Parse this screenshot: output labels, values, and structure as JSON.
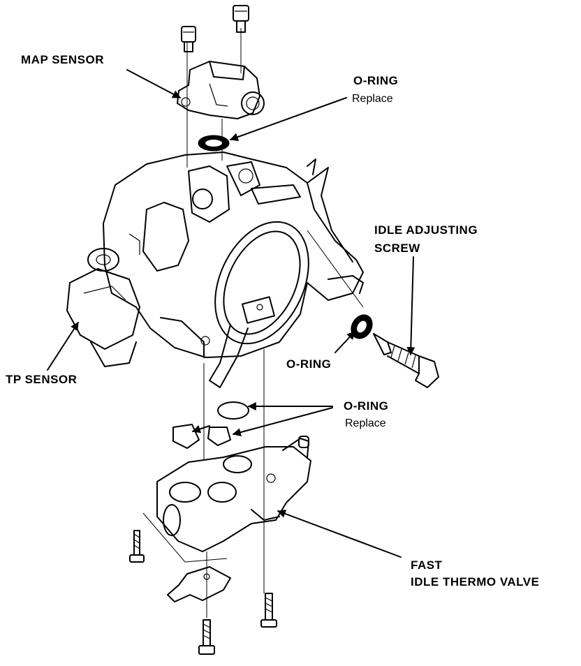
{
  "labels": {
    "map_sensor": "MAP SENSOR",
    "o_ring_top": "O-RING",
    "o_ring_top_note": "Replace",
    "idle_adjusting_screw_1": "IDLE ADJUSTING",
    "idle_adjusting_screw_2": "SCREW",
    "tp_sensor": "TP SENSOR",
    "o_ring_mid": "O-RING",
    "o_ring_bottom": "O-RING",
    "o_ring_bottom_note": "Replace",
    "fast_idle_1": "FAST",
    "fast_idle_2": "IDLE THERMO VALVE"
  },
  "colors": {
    "ink": "#000000",
    "paper": "#ffffff"
  }
}
